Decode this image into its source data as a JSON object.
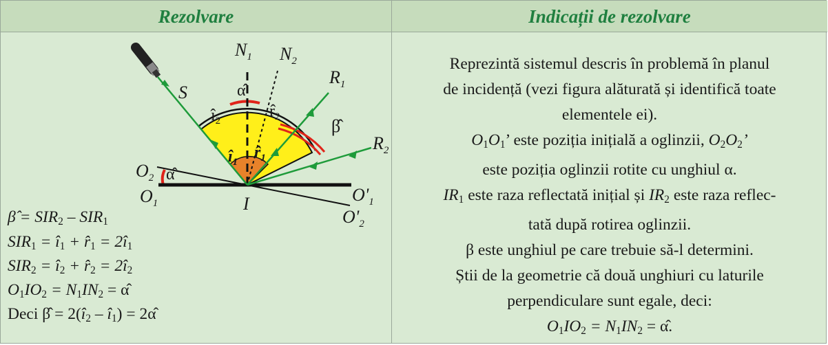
{
  "headers": {
    "left": "Rezolvare",
    "right": "Indicații de rezolvare"
  },
  "figure": {
    "labels": {
      "N1": "N",
      "N2": "N",
      "S": "S",
      "R1": "R",
      "R2": "R",
      "O1": "O",
      "O2": "O",
      "O1p": "O'",
      "O2p": "O'",
      "I": "I",
      "alpha_top": "α̂",
      "alpha_left": "α̂",
      "beta": "β̂",
      "i2": "î",
      "r2": "r̂",
      "i1": "î",
      "r1": "r̂"
    },
    "subscripts": {
      "one": "1",
      "two": "2"
    },
    "colors": {
      "ray": "#1e9b3a",
      "yellow": "#ffef1a",
      "orange": "#e8822a",
      "red": "#e0241a",
      "mirror": "#111111"
    }
  },
  "equations": {
    "line1": {
      "lhs": "β̂ = SIR",
      "sub1": "2",
      "mid": " – SIR",
      "sub2": "1"
    },
    "line2": {
      "a": "SIR",
      "a_sub": "1",
      "b": " = î",
      "b_sub": "1",
      "c": " + r̂",
      "c_sub": "1",
      "d": " = 2î",
      "d_sub": "1"
    },
    "line3": {
      "a": "SIR",
      "a_sub": "2",
      "b": " = î",
      "b_sub": "2",
      "c": " + r̂",
      "c_sub": "2",
      "d": " = 2î",
      "d_sub": "2"
    },
    "line4": {
      "a": "O",
      "a_sub": "1",
      "b": "IO",
      "b_sub": "2",
      "c": " = N",
      "c_sub": "1",
      "d": "IN",
      "d_sub": "2",
      "e": " = α̂"
    },
    "line5": {
      "a": "Deci β̂ = 2(",
      "b": "î",
      "b_sub": "2",
      "c": " – ",
      "d": "î",
      "d_sub": "1",
      "e": ") = 2α̂"
    }
  },
  "instructions": {
    "l1": "Reprezintă sistemul descris în problemă în planul",
    "l2": "de incidență (vezi figura alăturată și identifică toate",
    "l3": "elementele ei).",
    "l4_a": "O",
    "l4_a_sub": "1",
    "l4_b": "O",
    "l4_b_sub": "1",
    "l4_c": "’ este poziția inițială a oglinzii, ",
    "l4_d": "O",
    "l4_d_sub": "2",
    "l4_e": "O",
    "l4_e_sub": "2",
    "l4_f": "’",
    "l5": "este poziția oglinzii rotite cu unghiul α.",
    "l6_a": "IR",
    "l6_a_sub": "1",
    "l6_b": " este raza reflectată inițial și ",
    "l6_c": "IR",
    "l6_c_sub": "2",
    "l6_d": " este raza reflec-",
    "l7": "tată după rotirea oglinzii.",
    "l8": "β este unghiul pe care trebuie să-l determini.",
    "l9": "Știi de la geometrie că două unghiuri cu laturile",
    "l10": "perpendiculare sunt egale, deci:",
    "l11_a": "O",
    "l11_a_sub": "1",
    "l11_b": "IO",
    "l11_b_sub": "2",
    "l11_c": " = N",
    "l11_c_sub": "1",
    "l11_d": "IN",
    "l11_d_sub": "2",
    "l11_e": " = α̂."
  }
}
